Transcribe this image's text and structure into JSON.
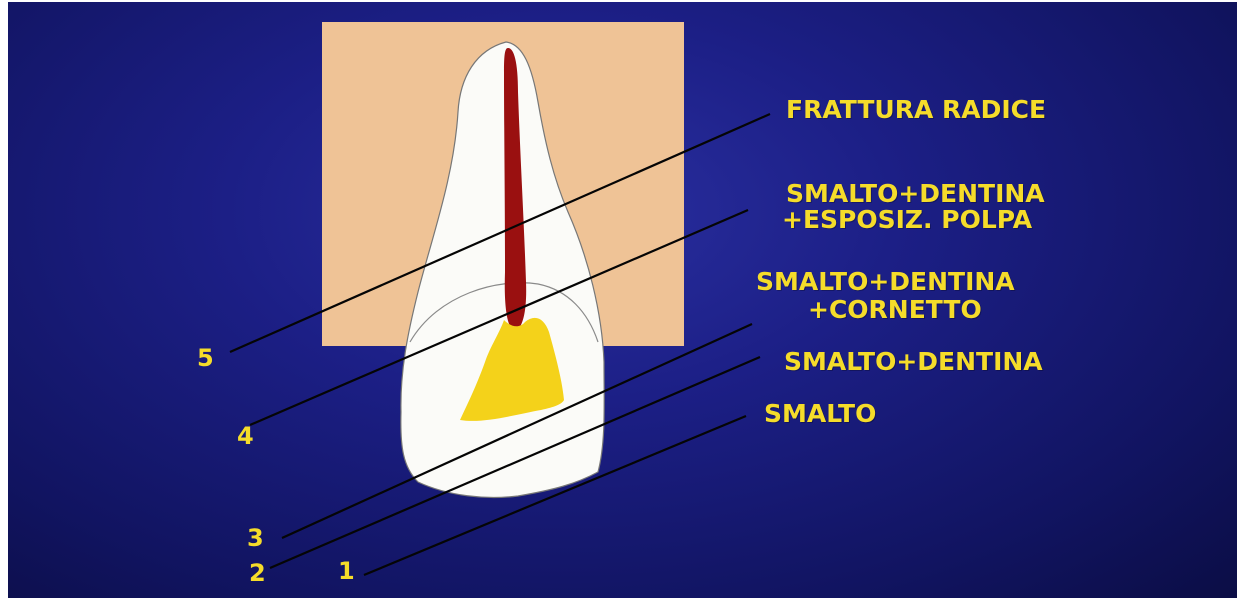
{
  "labels": {
    "frattura_radice": "FRATTURA RADICE",
    "smalto_dentina_polpa_1": "SMALTO+DENTINA",
    "smalto_dentina_polpa_2": "+ESPOSIZ. POLPA",
    "smalto_dentina_cornetto_1": "SMALTO+DENTINA",
    "smalto_dentina_cornetto_2": "+CORNETTO",
    "smalto_dentina": "SMALTO+DENTINA",
    "smalto": "SMALTO"
  },
  "numbers": {
    "n5": "5",
    "n4": "4",
    "n3": "3",
    "n2": "2",
    "n1": "1"
  },
  "colors": {
    "background": "#1c1f86",
    "label_text": "#f5dc2a",
    "bone_block": "#efc396",
    "tooth": "#fbfbf8",
    "pulp_chamber": "#f4d21a",
    "root_canal": "#9a1010"
  }
}
